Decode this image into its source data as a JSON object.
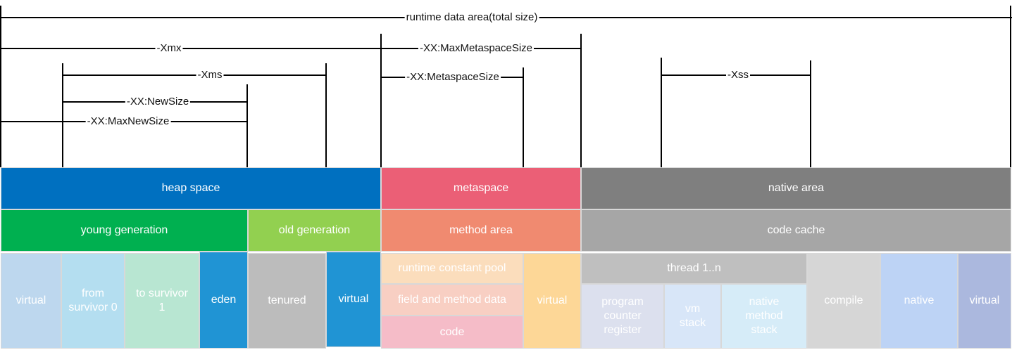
{
  "labels": {
    "runtime": "runtime data area(total size)",
    "xmx": "-Xmx",
    "max_metaspace": "-XX:MaxMetaspaceSize",
    "xms": "-Xms",
    "metaspace_size": "-XX:MetaspaceSize",
    "xss": "-Xss",
    "new_size": "-XX:NewSize",
    "max_new_size": "-XX:MaxNewSize"
  },
  "blocks": {
    "heap_space": "heap space",
    "metaspace": "metaspace",
    "native_area": "native area",
    "young_generation": "young generation",
    "old_generation": "old generation",
    "method_area": "method area",
    "code_cache": "code cache",
    "virtual_1": "virtual",
    "from_survivor": "from survivor 0",
    "to_survivor": "to survivor 1",
    "eden": "eden",
    "tenured": "tenured",
    "virtual_2": "virtual",
    "runtime_constant_pool": "runtime constant pool",
    "field_method_data": "field and method data",
    "code": "code",
    "virtual_3": "virtual",
    "thread": "thread 1..n",
    "program_counter": "program counter register",
    "vm_stack": "vm stack",
    "native_method_stack": "native method stack",
    "compile": "compile",
    "native": "native",
    "virtual_4": "virtual"
  },
  "colors": {
    "heap": "#0070C0",
    "metaspace": "#EB5F76",
    "native_area": "#7F7F7F",
    "young": "#00B050",
    "old": "#92D050",
    "method_area": "#F08A70",
    "code_cache": "#A6A6A6"
  }
}
